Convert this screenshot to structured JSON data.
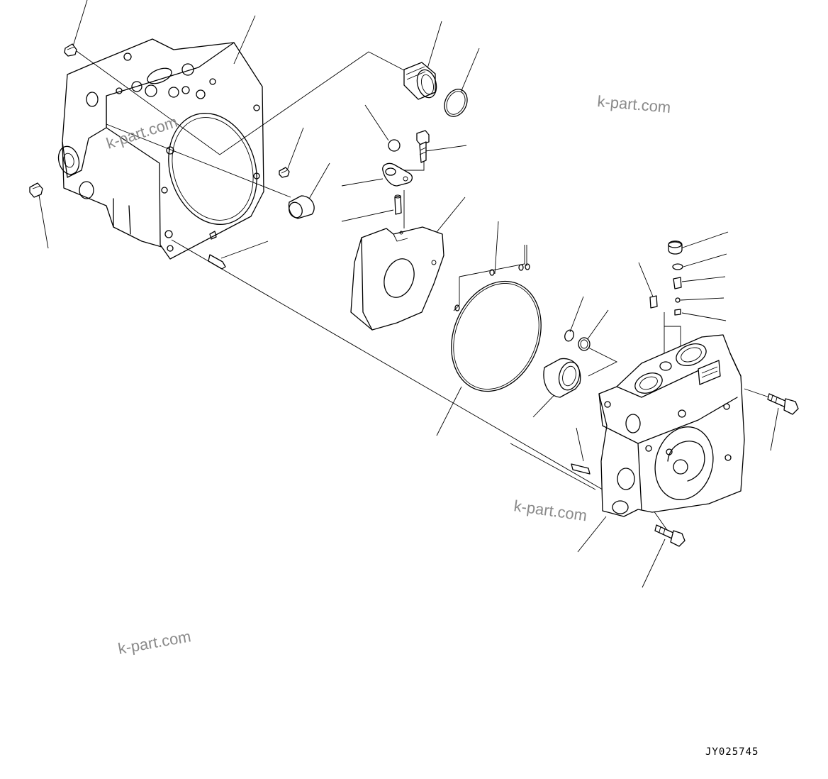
{
  "watermarks": [
    "k-part.com",
    "k-part.com",
    "k-part.com",
    "k-part.com"
  ],
  "drawing_code": "JY025745"
}
